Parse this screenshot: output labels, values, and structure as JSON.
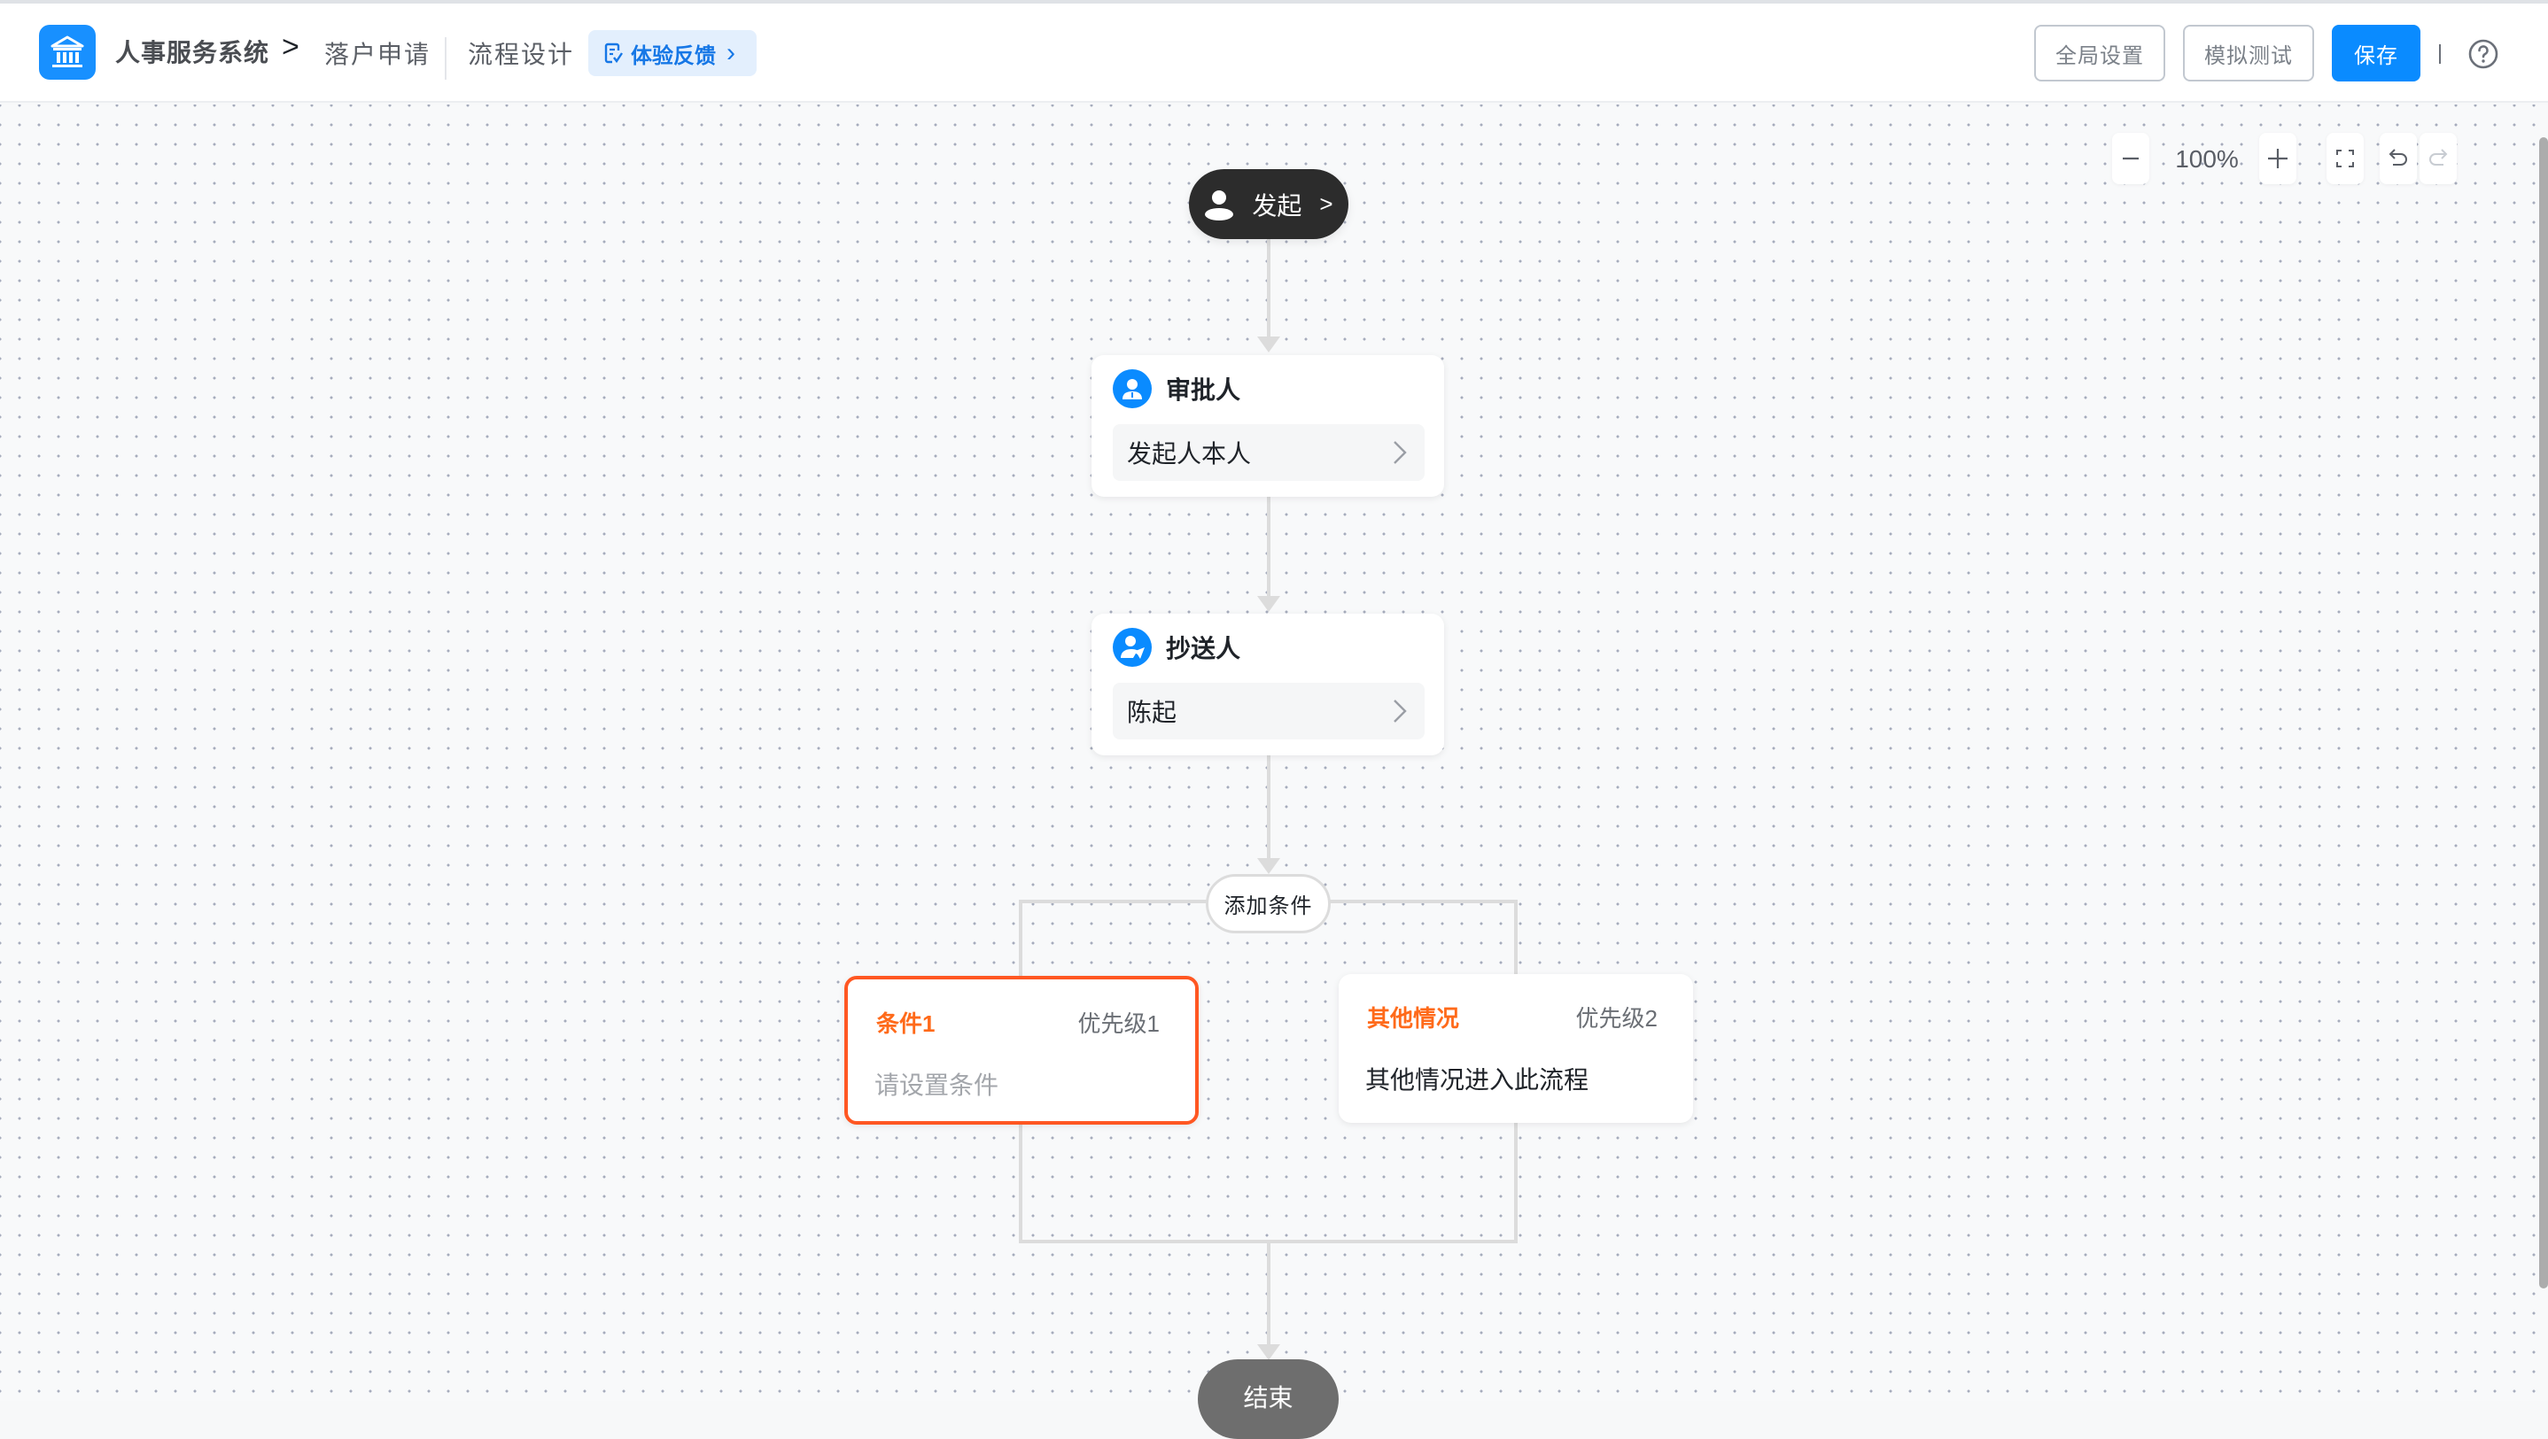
{
  "header": {
    "app_title": "人事服务系统",
    "breadcrumb_separator": ">",
    "page_name": "落户申请",
    "section_name": "流程设计",
    "feedback_label": "体验反馈",
    "feedback_chevron": "›",
    "buttons": {
      "global_settings": "全局设置",
      "simulate_test": "模拟测试",
      "save": "保存"
    },
    "separator": "|",
    "help_icon": "question-circle-icon"
  },
  "colors": {
    "primary": "#0a8bff",
    "brand_logo": "#1890ff",
    "condition_accent": "#ff6a1a",
    "active_border": "#ff5722",
    "start_node": "#2c2c2c",
    "end_node": "#6e6e6e",
    "connector": "#dcdcdc"
  },
  "canvas_toolbar": {
    "zoom_level": "100%",
    "zoom_out_icon": "minus-icon",
    "zoom_in_icon": "plus-icon",
    "fit_icon": "fullscreen-icon",
    "undo_icon": "undo-icon",
    "redo_icon": "redo-icon"
  },
  "flow": {
    "start": {
      "label": "发起",
      "chevron": ">"
    },
    "approver": {
      "title": "审批人",
      "value": "发起人本人"
    },
    "cc": {
      "title": "抄送人",
      "value": "陈起"
    },
    "add_condition_label": "添加条件",
    "branches": [
      {
        "name": "条件1",
        "priority": "优先级1",
        "description": "请设置条件",
        "placeholder": true,
        "active": true
      },
      {
        "name": "其他情况",
        "priority": "优先级2",
        "description": "其他情况进入此流程",
        "placeholder": false,
        "active": false
      }
    ],
    "end": {
      "label": "结束"
    }
  }
}
